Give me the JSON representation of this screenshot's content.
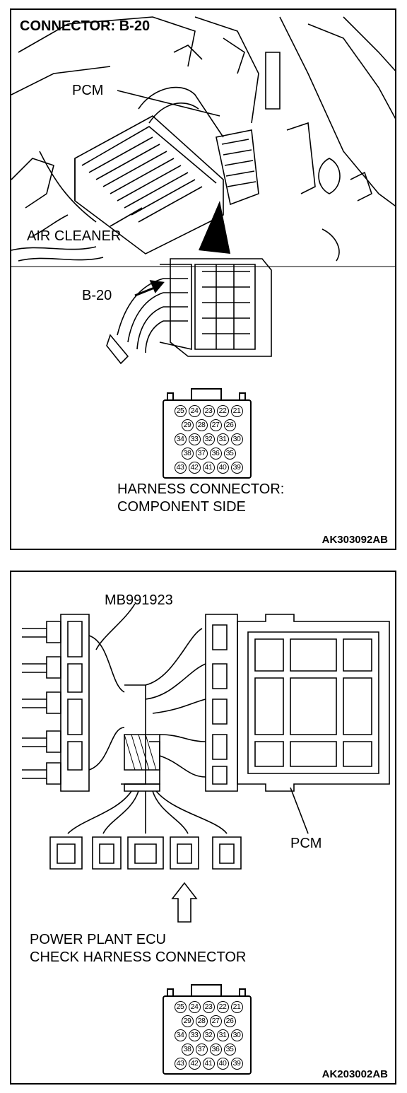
{
  "panel1": {
    "title": "CONNECTOR: B-20",
    "label_pcm": "PCM",
    "label_air_cleaner": "AIR CLEANER",
    "label_connector": "B-20",
    "caption_line1": "HARNESS CONNECTOR:",
    "caption_line2": "COMPONENT SIDE",
    "figure_code": "AK303092AB",
    "pins": [
      [
        "25",
        "24",
        "23",
        "22",
        "21"
      ],
      [
        "29",
        "28",
        "27",
        "26"
      ],
      [
        "34",
        "33",
        "32",
        "31",
        "30"
      ],
      [
        "38",
        "37",
        "36",
        "35"
      ],
      [
        "43",
        "42",
        "41",
        "40",
        "39"
      ]
    ]
  },
  "panel2": {
    "label_tool": "MB991923",
    "label_pcm": "PCM",
    "caption_line1": "POWER PLANT ECU",
    "caption_line2": "CHECK HARNESS CONNECTOR",
    "figure_code": "AK203002AB",
    "pins": [
      [
        "25",
        "24",
        "23",
        "22",
        "21"
      ],
      [
        "29",
        "28",
        "27",
        "26"
      ],
      [
        "34",
        "33",
        "32",
        "31",
        "30"
      ],
      [
        "38",
        "37",
        "36",
        "35"
      ],
      [
        "43",
        "42",
        "41",
        "40",
        "39"
      ]
    ]
  }
}
